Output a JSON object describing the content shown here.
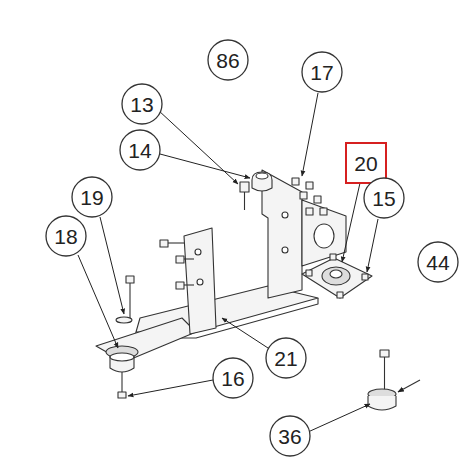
{
  "diagram": {
    "nodes": [
      {
        "text": [
          "86"
        ]
      },
      {
        "text": [
          "13"
        ]
      },
      {
        "text": [
          "17"
        ]
      },
      {
        "text": [
          "14"
        ]
      },
      {
        "text": [
          "20"
        ]
      },
      {
        "text": [
          "15"
        ]
      },
      {
        "text": [
          "44"
        ]
      },
      {
        "text": [
          "19"
        ]
      },
      {
        "text": [
          "18"
        ]
      },
      {
        "text": [
          "21"
        ]
      },
      {
        "text": [
          "16"
        ]
      },
      {
        "text": [
          "36"
        ]
      }
    ],
    "edges": []
  }
}
